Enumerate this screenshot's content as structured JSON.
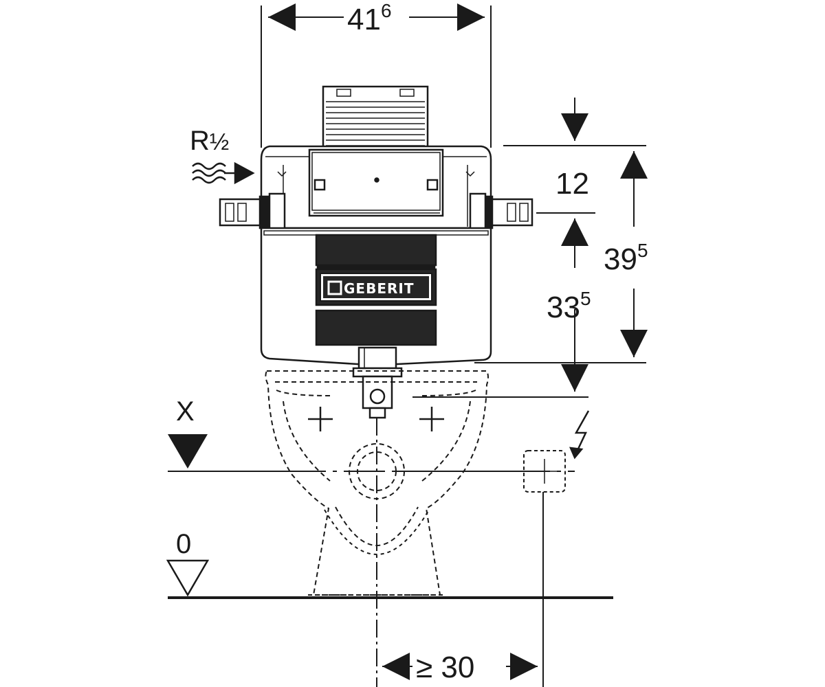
{
  "diagram": {
    "dimensions": {
      "width_top": {
        "base": "41",
        "sup": "6"
      },
      "height_total": {
        "base": "39",
        "sup": "5"
      },
      "height_lower": {
        "base": "33",
        "sup": "5"
      },
      "height_gap": "12",
      "offset_bottom": "≥ 30"
    },
    "labels": {
      "inlet": {
        "base": "R",
        "frac": "½"
      },
      "level_x": "X",
      "level_zero": "0",
      "brand": "GEBERIT"
    },
    "icons": [
      "water-inlet-icon",
      "electric-connection-icon",
      "level-marker-icon",
      "zero-level-marker-icon"
    ],
    "colors": {
      "line": "#1a1a1a",
      "panel": "#262626",
      "background": "#ffffff"
    }
  }
}
